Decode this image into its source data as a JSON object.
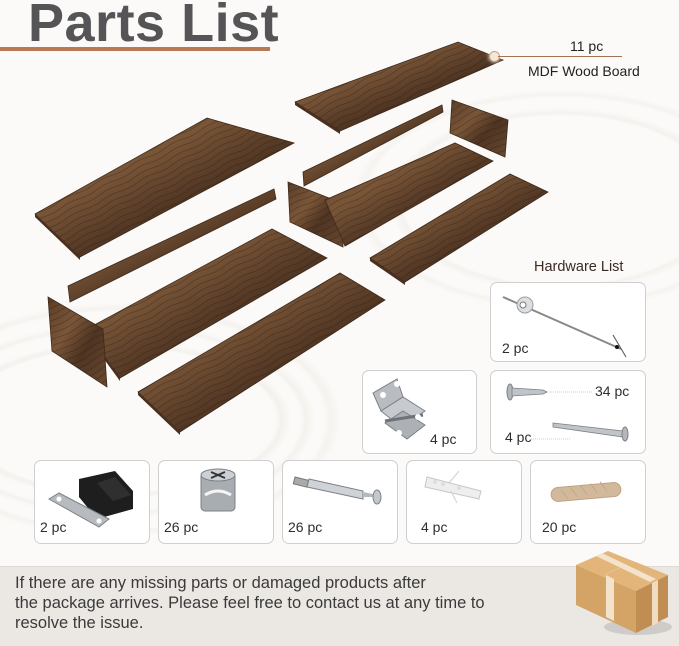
{
  "header": {
    "title": "Parts List",
    "accent_color": "#b87a52"
  },
  "wood_board": {
    "count": "11 pc",
    "label": "MDF Wood Board"
  },
  "hardware": {
    "title": "Hardware List",
    "items": [
      {
        "name": "anti-tip wall anchor cable",
        "qty": "2 pc"
      },
      {
        "name": "hinge",
        "qty": "4 pc"
      },
      {
        "name": "short flat-head screw",
        "qty": "34 pc"
      },
      {
        "name": "long flat-head screw",
        "qty": "4 pc"
      },
      {
        "name": "magnetic catch",
        "qty": "2 pc"
      },
      {
        "name": "cam lock nut",
        "qty": "26 pc"
      },
      {
        "name": "cam bolt",
        "qty": "26 pc"
      },
      {
        "name": "plastic wall anchor",
        "qty": "4 pc"
      },
      {
        "name": "wooden dowel",
        "qty": "20 pc"
      }
    ]
  },
  "notice": {
    "text": "If there are any missing parts or damaged products after the package arrives. Please feel free to contact us at any time to resolve the issue.",
    "lines": [
      "If there are any missing parts or damaged products after",
      "the package arrives. Please feel free to contact us at any time to",
      "resolve the issue."
    ]
  },
  "colors": {
    "wood_dark": "#3f2a1c",
    "wood_mid": "#6a4a33",
    "banner_bg": "#ebe8e4",
    "box": "#d9a96a"
  }
}
